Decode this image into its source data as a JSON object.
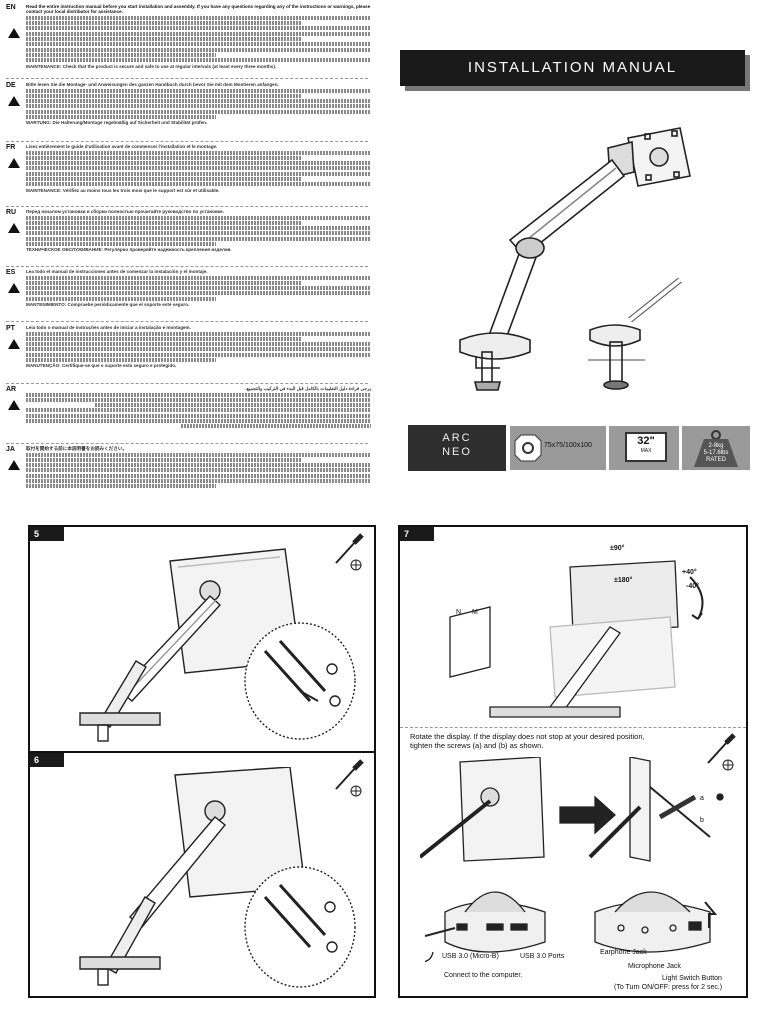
{
  "header": {
    "title": "INSTALLATION MANUAL",
    "product_line1": "ARC",
    "product_line2": "NEO"
  },
  "specs": {
    "vesa": "75x75/100x100",
    "screen_size": "32\"",
    "screen_size_sub": "MAX",
    "weight": "2-8kg",
    "weight_sub": "5-17.6lbs",
    "weight_rated": "RATED"
  },
  "warnings": [
    {
      "code": "EN",
      "heading": "Read the entire instruction manual before you start installation and assembly. If you have any questions regarding any of the instructions or warnings, please contact your local distributor for assistance.",
      "footer": "MAINTENANCE: Check that the product is secure and safe to use at regular intervals (at least every three months)."
    },
    {
      "code": "DE",
      "heading": "Bitte lesen Sie die Montage- und Anweisungen des ganzen Handbuch durch bevor Sie mit dem Montieren anfangen.",
      "footer": "WARTUNG: Die Halterung/Montage regelmäßig auf Sicherheit und Stabilität prüfen."
    },
    {
      "code": "FR",
      "heading": "Lisez entièrement le guide d'utilisation avant de commencer l'installation et le montage.",
      "footer": "MAINTENANCE: Vérifiez au moins tous les trois mois que le support est sûr et utilisable."
    },
    {
      "code": "RU",
      "heading": "Перед началом установки и сборки полностью прочитайте руководство по установке.",
      "footer": "ТЕХНИЧЕСКОЕ ОБСЛУЖИВАНИЕ: Регулярно проверяйте надежность крепления изделия."
    },
    {
      "code": "ES",
      "heading": "Lea todo el manual de instrucciones antes de comenzar la instalación y el montaje.",
      "footer": "MANTENIMIENTO: Compruebe periódicamente que el soporte esté seguro."
    },
    {
      "code": "PT",
      "heading": "Leia todo o manual de instruções antes de iniciar a instalação e montagem.",
      "footer": "MANUTENÇÃO: Certifique-se que o suporte está seguro e protegido."
    },
    {
      "code": "AR",
      "heading": "يرجى قراءة دليل التعليمات بالكامل قبل البدء في التركيب والتجميع.",
      "footer": ""
    },
    {
      "code": "JA",
      "heading": "取付を開始する前に本説明書をお読みください。",
      "footer": ""
    }
  ],
  "steps": [
    {
      "number": "5"
    },
    {
      "number": "6"
    },
    {
      "number": "7",
      "angle_top": "±90°",
      "angle_side": "±180°",
      "tilt_up": "+40°",
      "tilt_down": "-40°",
      "label_n": "N",
      "label_m": "M",
      "rotate_text_1": "Rotate the display. If the display does not stop at your desired position,",
      "rotate_text_2": "tighten the screws (a) and (b) as shown.",
      "label_a": "a",
      "label_b": "b"
    }
  ],
  "ports": {
    "usb30_micro_b": "USB 3.0 (Micro-B)",
    "usb30_ports": "USB 3.0 Ports",
    "connect": "Connect to the computer.",
    "earphone": "Earphone Jack",
    "microphone": "Microphone Jack",
    "light_switch_1": "Light Switch Button",
    "light_switch_2": "(To Turn ON/OFF: press for 2 sec.)"
  }
}
